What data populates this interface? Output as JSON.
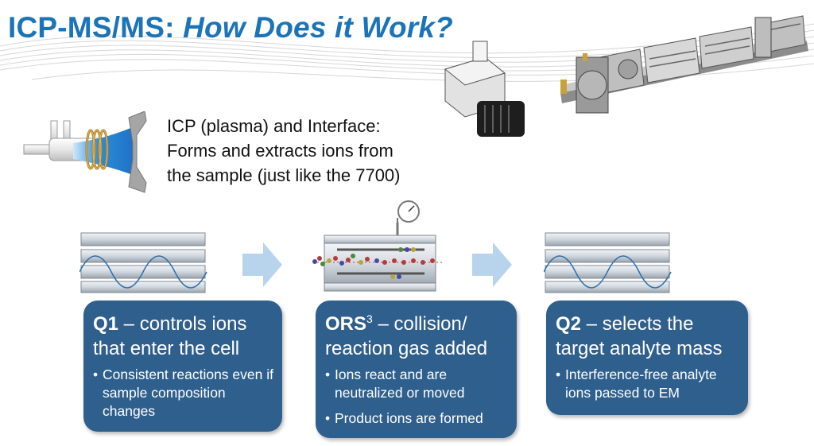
{
  "title": {
    "prefix": "ICP-MS/MS: ",
    "italic": "How Does it Work?"
  },
  "icp": {
    "lines": [
      "ICP (plasma) and Interface:",
      "Forms and extracts ions from",
      "the sample (just like the 7700)"
    ]
  },
  "boxes": {
    "q1": {
      "head_bold": "Q1",
      "head_line1_rest": " – controls ions",
      "head_line2": "that enter the cell",
      "bullets": [
        "Consistent reactions even if sample composition changes"
      ]
    },
    "ors": {
      "head_bold": "ORS",
      "head_sup": "3",
      "head_line1_rest": " – collision/",
      "head_line2": "reaction gas added",
      "bullets": [
        "Ions react and are neutralized or moved",
        "Product ions are formed"
      ]
    },
    "q2": {
      "head_bold": "Q2",
      "head_line1_rest": " – selects the",
      "head_line2": "target analyte mass",
      "bullets": [
        "Interference-free analyte ions passed to EM"
      ]
    }
  },
  "colors": {
    "title_blue": "#1b73b8",
    "box_blue": "#2f5f8d",
    "arrow_blue": "#b8d4ec",
    "plasma_blue": "#2a8fd8"
  },
  "icons": {
    "instrument": "icp-ms-instrument-illustration",
    "torch": "plasma-torch-illustration",
    "quadrupole": "quadrupole-rods-icon",
    "cell": "collision-reaction-cell-icon",
    "gauge": "pressure-gauge-icon",
    "arrow": "right-arrow-icon"
  }
}
